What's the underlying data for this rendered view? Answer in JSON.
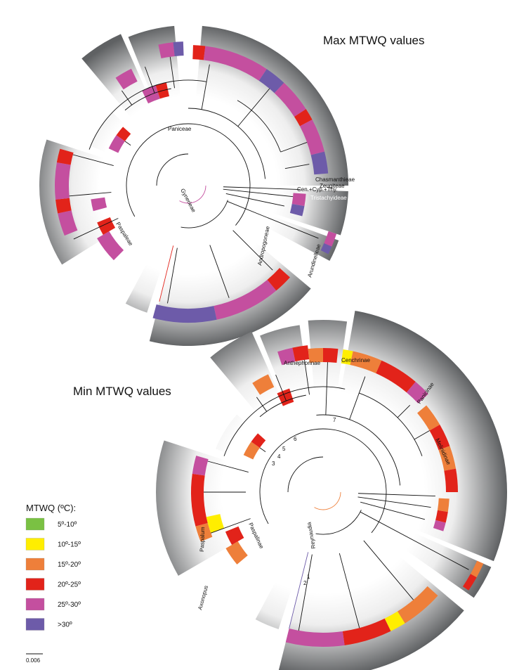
{
  "top_panel": {
    "title": "Max MTWQ values",
    "clade_labels": [
      "Paniceae",
      "Paspaleae",
      "Gynerieae",
      "Andropogoneae",
      "Arundinelleae",
      "Tristachyideae",
      "Chasmanthieae",
      "Zeugiteae",
      "Cen.+Cyp.+Thy."
    ]
  },
  "bottom_panel": {
    "title": "Min MTWQ values",
    "clade_labels": [
      "Anthephorinae",
      "Cenchrinae",
      "Panicinae",
      "Melinidinae",
      "Paspalum",
      "Axonopus",
      "Paspalinae",
      "Reynaudia"
    ],
    "node_numbers": [
      "1",
      "2",
      "3",
      "4",
      "5",
      "6",
      "7"
    ]
  },
  "legend": {
    "title": "MTWQ (ºC):",
    "items": [
      {
        "label": "5º-10º",
        "color": "#7ac143"
      },
      {
        "label": "10º-15º",
        "color": "#ffee00"
      },
      {
        "label": "15º-20º",
        "color": "#ee7f3a"
      },
      {
        "label": "20º-25º",
        "color": "#e2231a"
      },
      {
        "label": "25º-30º",
        "color": "#c44f9f"
      },
      {
        "label": ">30º",
        "color": "#6d5ba9"
      }
    ]
  },
  "scale_bar": {
    "label": "0.006"
  }
}
